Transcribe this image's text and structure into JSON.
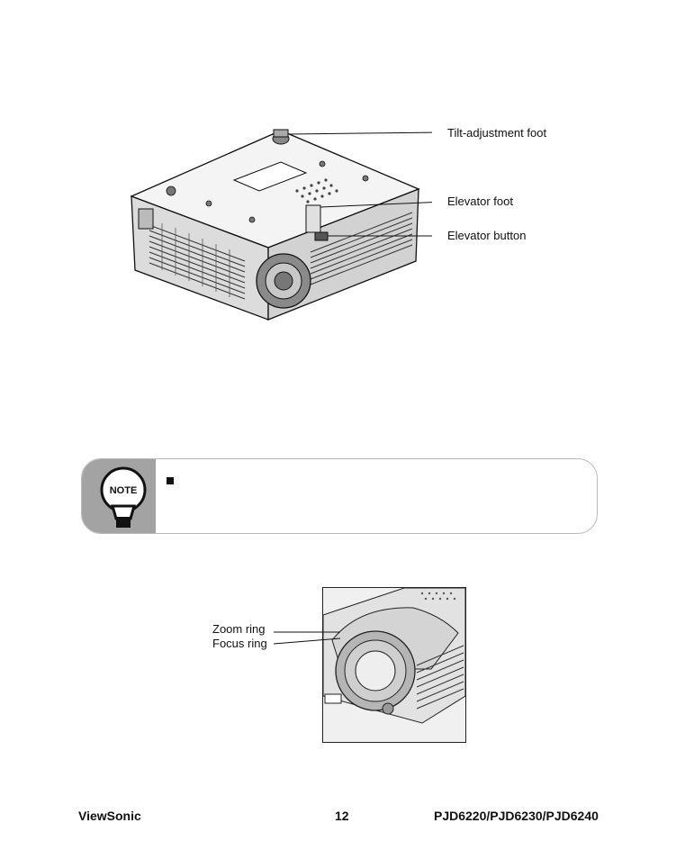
{
  "figure_top": {
    "callouts": {
      "tilt_foot": "Tilt-adjustment foot",
      "elevator_foot": "Elevator foot",
      "elevator_button": "Elevator button"
    }
  },
  "note": {
    "icon_text": "NOTE"
  },
  "figure_lens": {
    "callouts": {
      "zoom_ring": "Zoom ring",
      "focus_ring": "Focus ring"
    }
  },
  "footer": {
    "brand": "ViewSonic",
    "page_number": "12",
    "model": "PJD6220/PJD6230/PJD6240"
  }
}
